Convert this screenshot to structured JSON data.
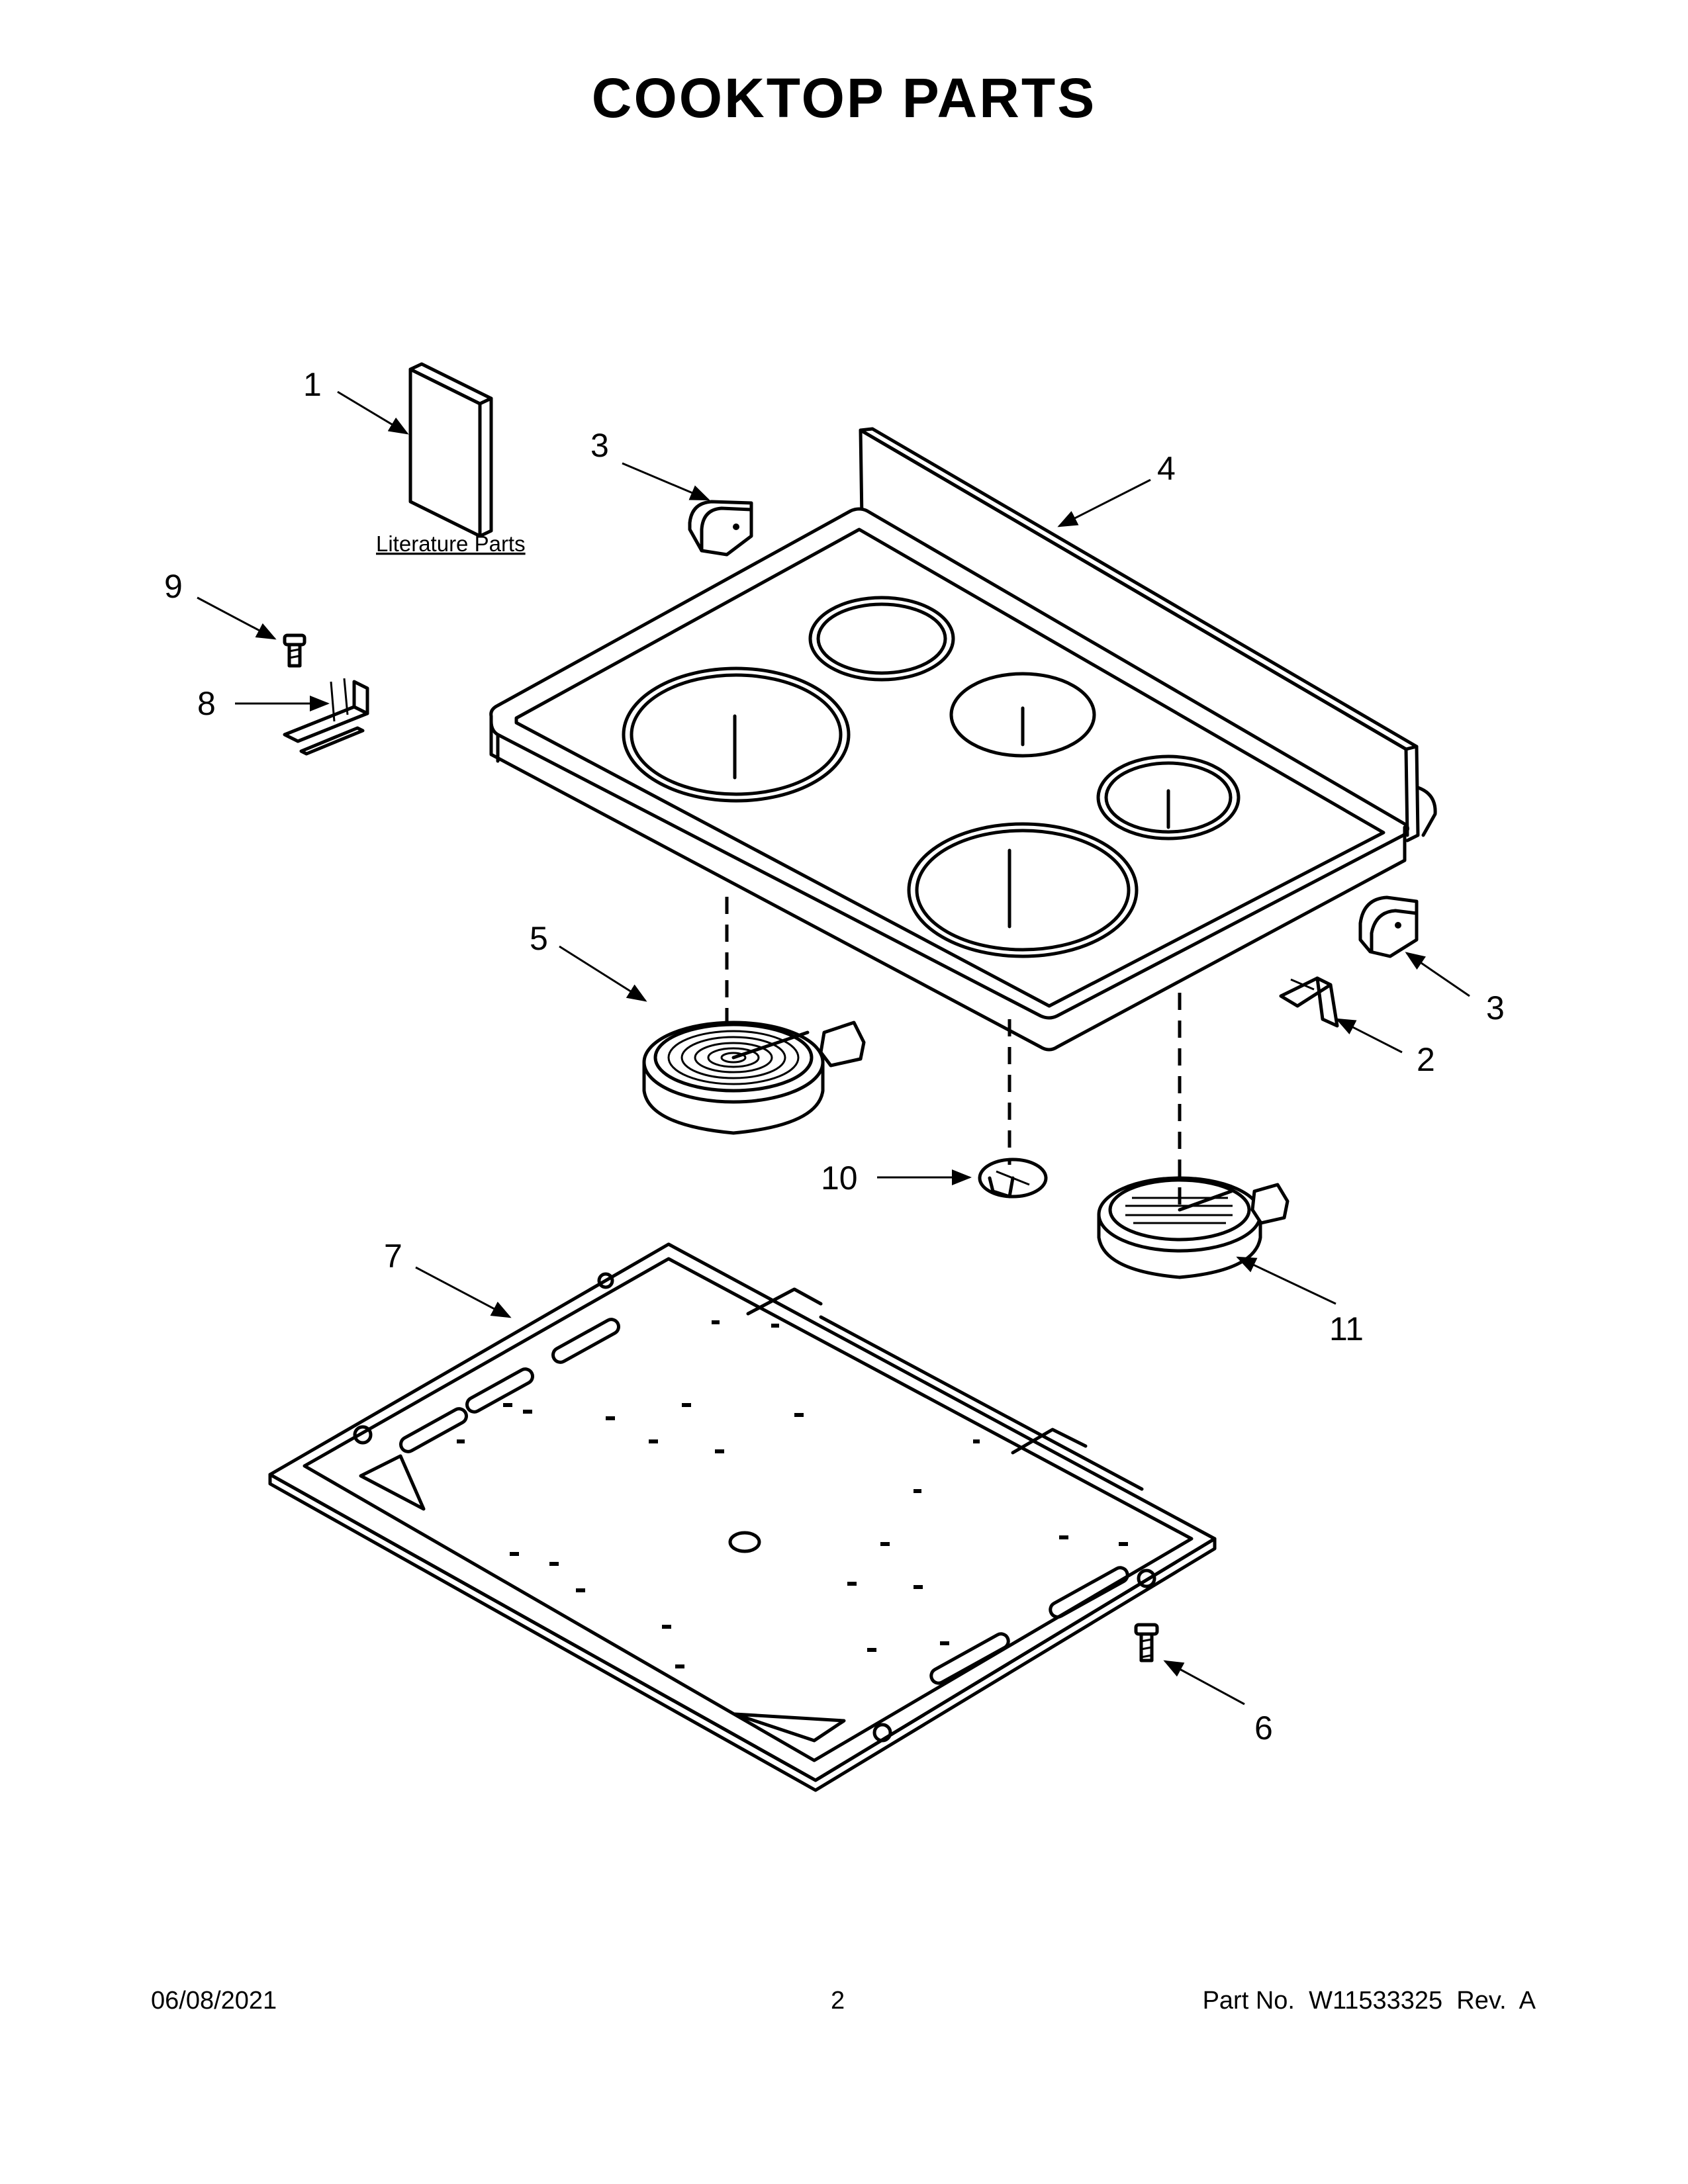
{
  "page": {
    "title": "COOKTOP PARTS",
    "footer": {
      "date": "06/08/2021",
      "page_number": "2",
      "part_number": "Part No.  W11533325  Rev.  A"
    }
  },
  "diagram": {
    "literature_label": "Literature Parts",
    "callouts": {
      "c1": "1",
      "c2": "2",
      "c3a": "3",
      "c3b": "3",
      "c4": "4",
      "c5": "5",
      "c6": "6",
      "c7": "7",
      "c8": "8",
      "c9": "9",
      "c10": "10",
      "c11": "11"
    }
  }
}
